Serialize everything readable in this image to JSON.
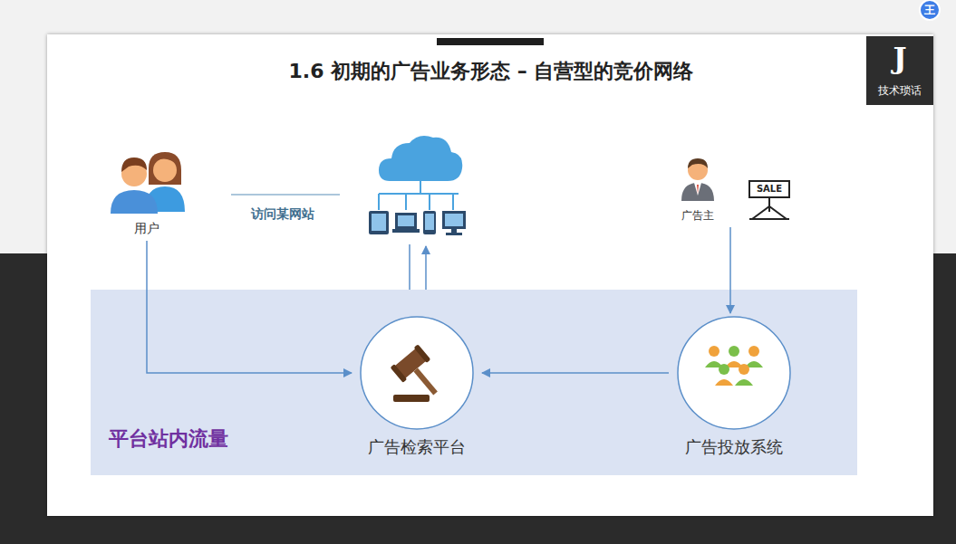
{
  "diagram": {
    "title": "1.6 初期的广告业务形态 – 自营型的竞价网络",
    "nodes": [
      {
        "text": [
          "用户"
        ]
      },
      {
        "text": [
          "广告主"
        ]
      },
      {
        "text": [
          "平台站内流量"
        ]
      },
      {
        "text": [
          "广告检索平台"
        ],
        "in": 2
      },
      {
        "text": [
          "广告投放系统"
        ],
        "in": 2
      }
    ],
    "edges": [
      {
        "from": 0,
        "to": 3,
        "arrow": "to"
      },
      {
        "from": 1,
        "to": 4,
        "arrow": "to"
      },
      {
        "from": 4,
        "to": 3,
        "arrow": "to"
      }
    ],
    "labels": [
      "访问某网站",
      "SALE",
      "技术琐话",
      "王",
      "J"
    ]
  }
}
